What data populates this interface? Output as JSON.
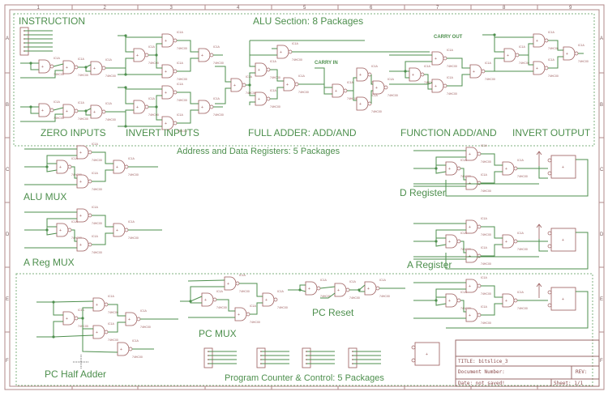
{
  "frame": {
    "columns": [
      "1",
      "2",
      "3",
      "4",
      "5",
      "6",
      "7",
      "8",
      "9"
    ],
    "rows": [
      "A",
      "B",
      "C",
      "D",
      "E",
      "F"
    ]
  },
  "sections": {
    "alu": {
      "title": "ALU Section: 8 Packages",
      "labels": {
        "instruction": "INSTRUCTION",
        "zero_inputs": "ZERO INPUTS",
        "invert_inputs": "INVERT INPUTS",
        "full_adder": "FULL ADDER:  ADD/AND",
        "function": "FUNCTION ADD/AND",
        "invert_output": "INVERT OUTPUT",
        "carry_in": "CARRY IN",
        "carry_out": "CARRY OUT"
      }
    },
    "registers": {
      "title": "Address and Data Registers: 5 Packages",
      "labels": {
        "alu_mux": "ALU MUX",
        "a_reg_mux": "A Reg MUX",
        "d_register": "D Register",
        "a_register": "A Register"
      }
    },
    "pc": {
      "title": "Program Counter & Control: 5 Packages",
      "labels": {
        "pc_half_adder": "PC Half Adder",
        "pc_mux": "PC MUX",
        "pc_reset": "PC Reset"
      }
    }
  },
  "title_block": {
    "title_label": "TITLE:",
    "title_value": "bitslice_3",
    "document_number": "Document Number:",
    "rev": "REV:",
    "date": "Date: not saved!",
    "sheet": "Sheet: 1/1"
  },
  "colors": {
    "frame": "#b08a8a",
    "wire": "#4d8f4d",
    "gate": "#9a5a5a",
    "section_border": "#7fb07f",
    "text": "#4d8f4d"
  }
}
